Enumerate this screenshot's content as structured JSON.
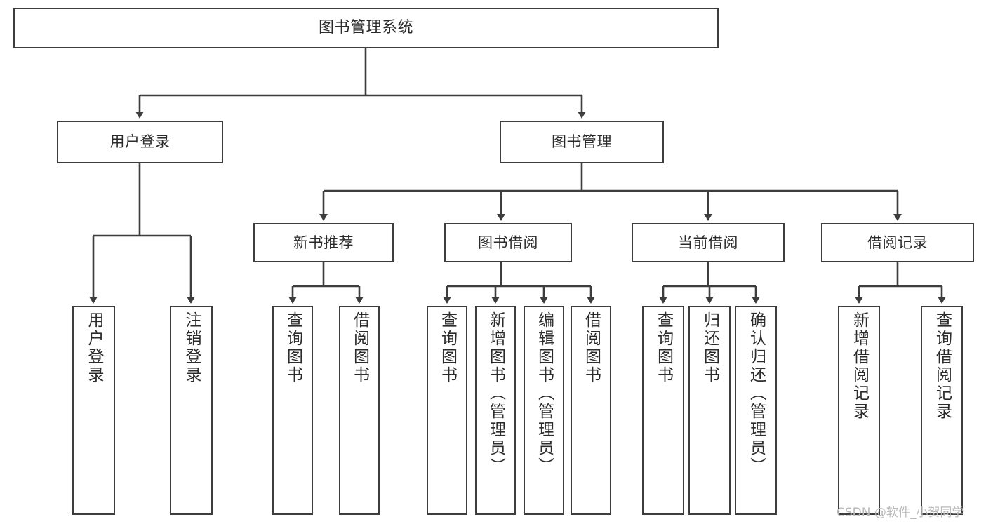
{
  "diagram": {
    "type": "hierarchy-tree",
    "title": "图书管理系统",
    "orientation": "top-down",
    "line_color": "#3d3d3d",
    "box_fill": "#ffffff",
    "text_color": "#2b2b2b"
  },
  "nodes": {
    "root": {
      "label": "图书管理系统"
    },
    "level1": [
      {
        "label": "用户登录"
      },
      {
        "label": "图书管理"
      }
    ],
    "level2": [
      {
        "label": "新书推荐"
      },
      {
        "label": "图书借阅"
      },
      {
        "label": "当前借阅"
      },
      {
        "label": "借阅记录"
      }
    ],
    "leaves_user_login": [
      {
        "label": "用户登录"
      },
      {
        "label": "注销登录"
      }
    ],
    "leaves_new_book": [
      {
        "label": "查询图书"
      },
      {
        "label": "借阅图书"
      }
    ],
    "leaves_borrow": [
      {
        "label": "查询图书"
      },
      {
        "label": "新增图书（管理员）"
      },
      {
        "label": "编辑图书（管理员）"
      },
      {
        "label": "借阅图书"
      }
    ],
    "leaves_current": [
      {
        "label": "查询图书"
      },
      {
        "label": "归还图书"
      },
      {
        "label": "确认归还（管理员）"
      }
    ],
    "leaves_records": [
      {
        "label": "新增借阅记录"
      },
      {
        "label": "查询借阅记录"
      }
    ]
  },
  "watermark": {
    "text": "CSDN @软件_小贺同学"
  }
}
